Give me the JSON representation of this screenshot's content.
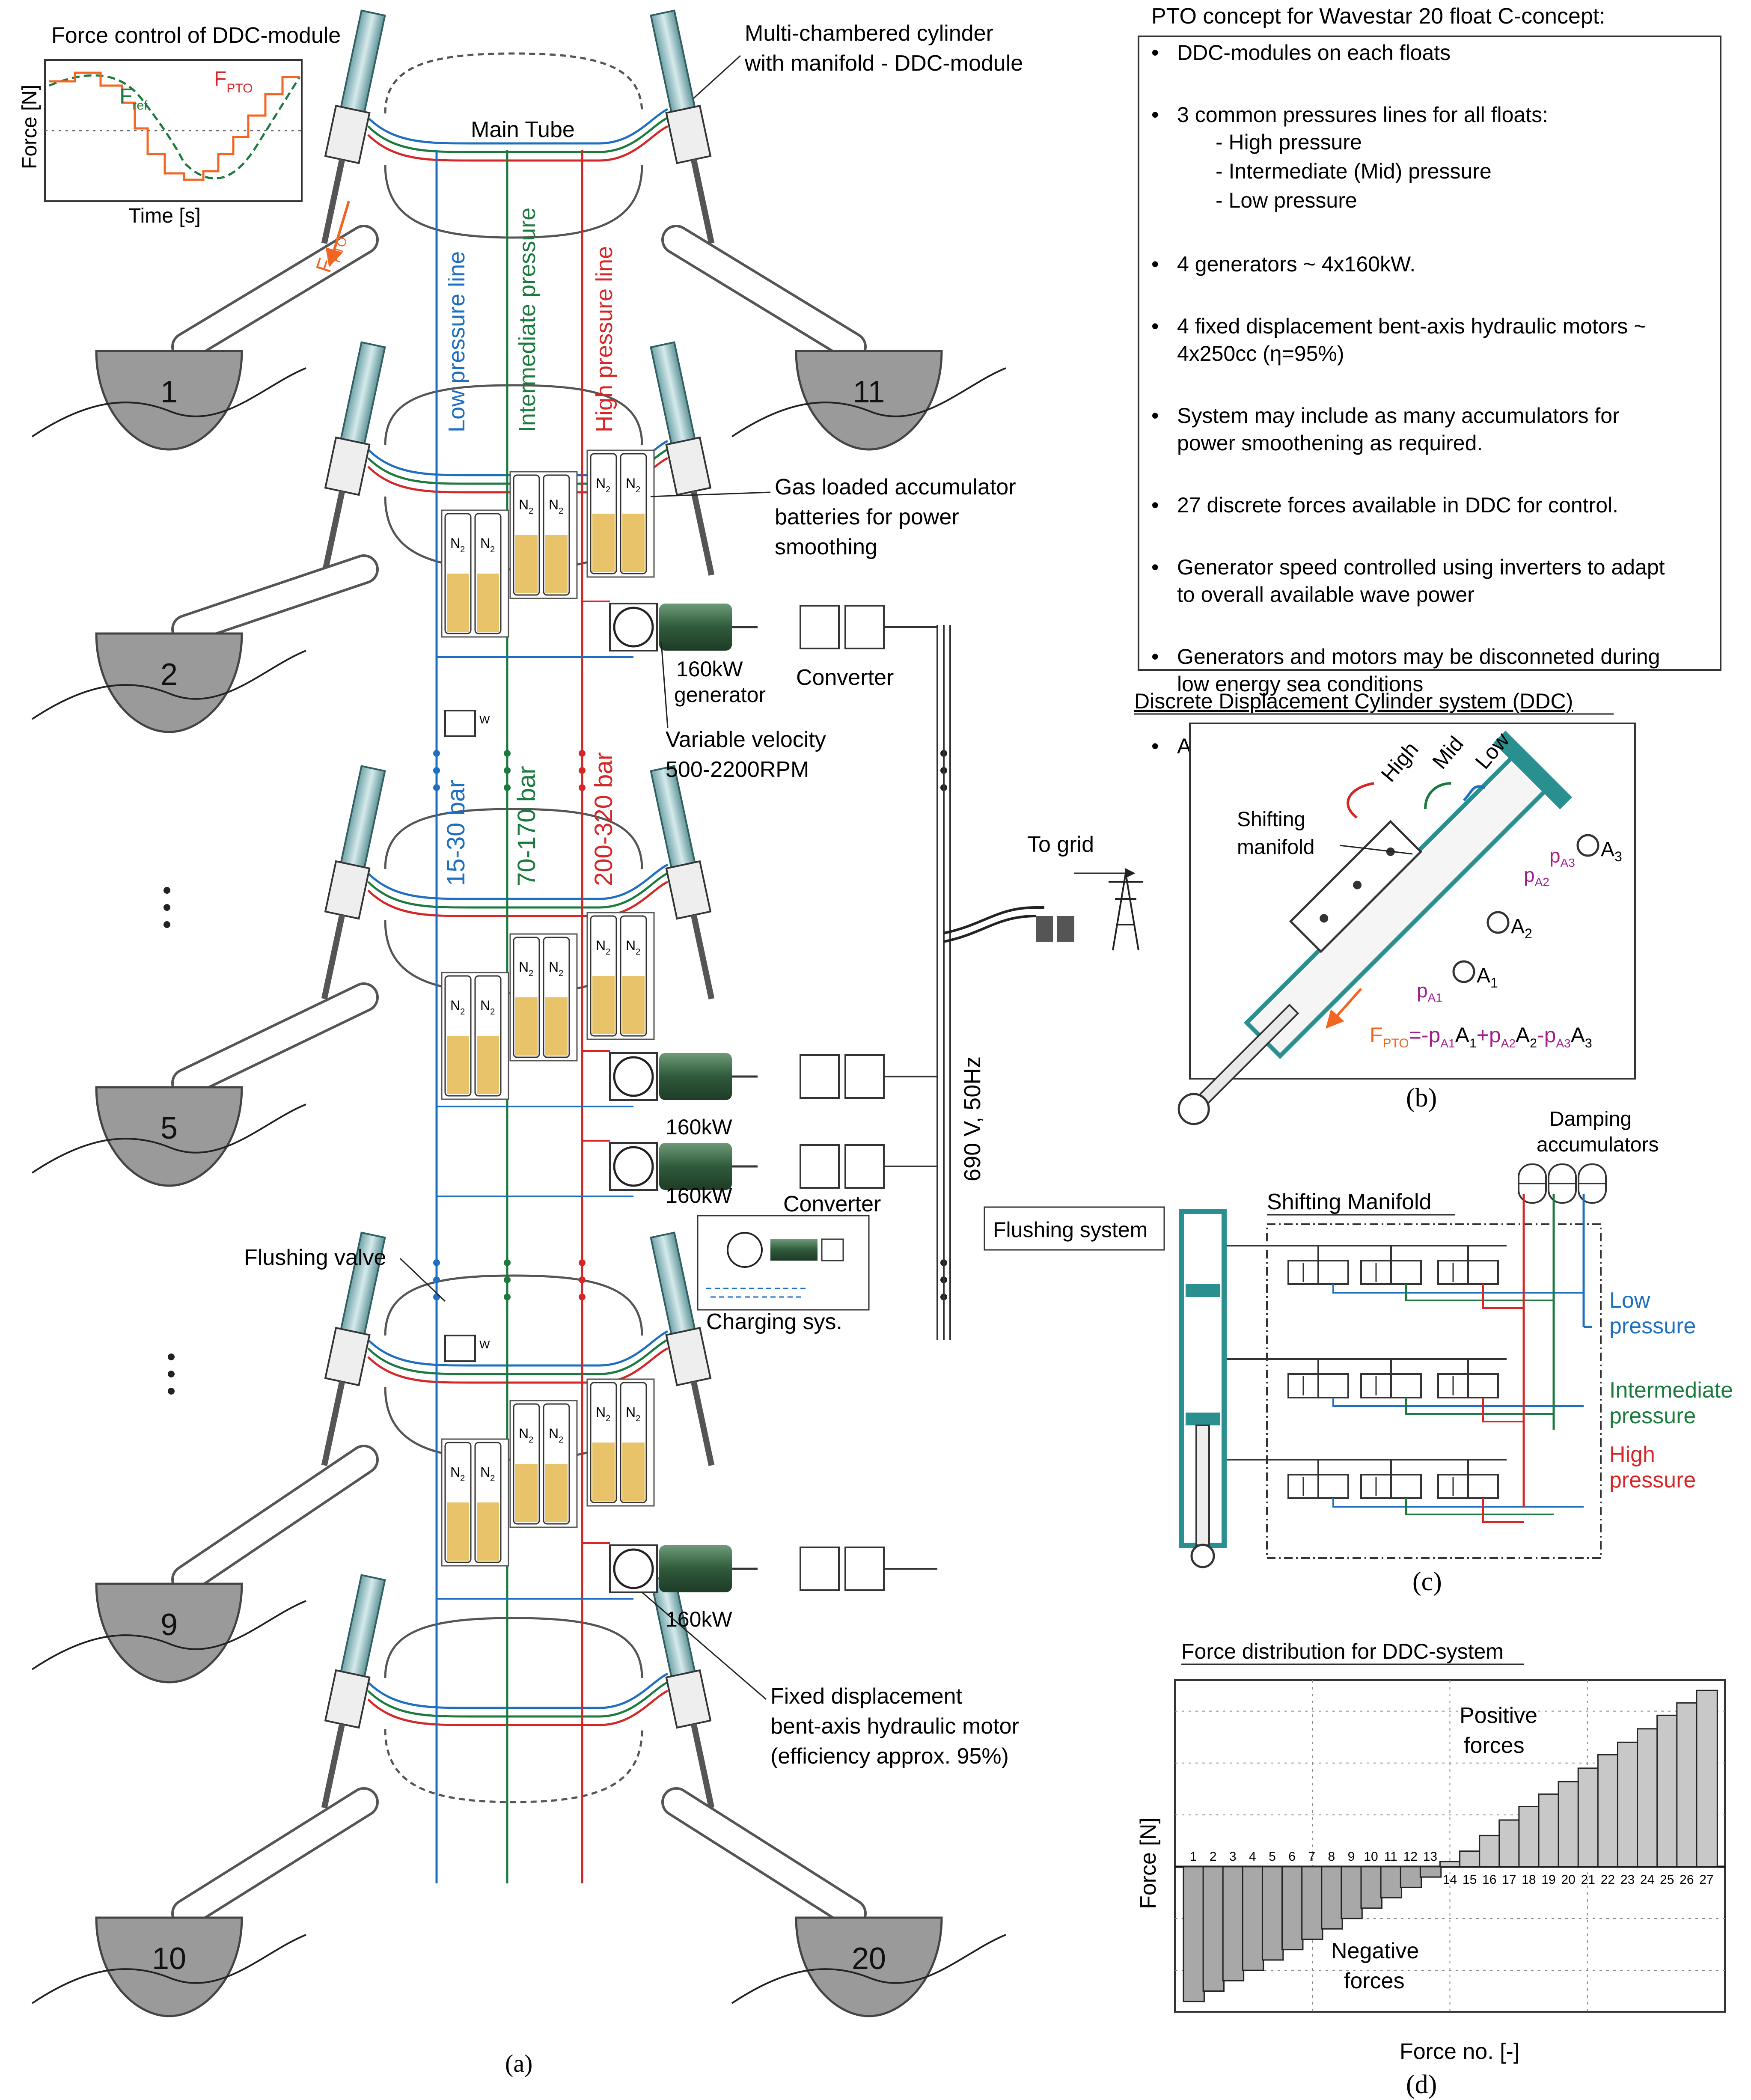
{
  "colors": {
    "low": "#1f6fc1",
    "mid": "#1b7a3e",
    "high": "#d62728",
    "force_arrow": "#f26522",
    "purple": "#a0208e",
    "cylinder": "#2a8f8f",
    "float": "#9a9a9a",
    "oil": "#e8c36a",
    "motor": "#3b6e4a"
  },
  "panel_a": {
    "force_control": {
      "title": "Force control of DDC-module",
      "ylabel": "Force [N]",
      "xlabel": "Time [s]",
      "f_ref_main": "F",
      "f_ref_sub": "ref",
      "f_pto_main": "F",
      "f_pto_sub": "PTO"
    },
    "cylinder_callout": [
      "Multi-chambered cylinder",
      "with manifold - DDC-module"
    ],
    "main_tube": "Main Tube",
    "fpto_main": "F",
    "fpto_sub": "PTO",
    "line_labels": {
      "low": "Low pressure line",
      "mid": "Intermediate pressure",
      "high": "High pressure line"
    },
    "pressure_ranges": {
      "low": "15-30 bar",
      "mid": "70-170 bar",
      "high": "200-320 bar"
    },
    "floats": {
      "f1": "1",
      "f2": "2",
      "f5": "5",
      "f9": "9",
      "f10": "10",
      "f11": "11",
      "f20": "20"
    },
    "accumulator_gas_main": "N",
    "accumulator_gas_sub": "2",
    "accumulator_callout": [
      "Gas loaded accumulator",
      "batteries for power",
      "smoothing"
    ],
    "generator_label": "160kW",
    "generator_label_2": "generator",
    "converter_label": "Converter",
    "velocity_callout": [
      "Variable velocity",
      "500-2200RPM"
    ],
    "to_grid": "To grid",
    "voltage": "690 V, 50Hz",
    "flushing_valve": "Flushing valve",
    "flushing_system": "Flushing system",
    "charging_sys": "Charging sys.",
    "motor_callout": [
      "Fixed displacement",
      "bent-axis hydraulic motor",
      "(efficiency approx. 95%)"
    ],
    "valve_w": "W",
    "ellipsis_dot": "•",
    "caption": "(a)"
  },
  "pto_concept": {
    "title": "PTO concept for Wavestar 20 float C-concept:",
    "bullet": "•",
    "items": [
      {
        "lines": [
          "DDC-modules on each floats"
        ]
      },
      {
        "lines": [
          "3 common pressures lines for all floats:"
        ],
        "sub": [
          "- High pressure",
          "- Intermediate (Mid) pressure",
          "- Low pressure"
        ]
      },
      {
        "lines": [
          "4 generators ~ 4x160kW."
        ]
      },
      {
        "lines": [
          "4 fixed displacement bent-axis hydraulic motors ~",
          "4x250cc (η=95%)"
        ]
      },
      {
        "lines": [
          "System may include as many accumulators for",
          "power smoothening as required."
        ]
      },
      {
        "lines": [
          "27 discrete forces  available in DDC for control."
        ]
      },
      {
        "lines": [
          "Generator speed controlled using inverters to adapt",
          "to overall available wave power"
        ]
      },
      {
        "lines": [
          "Generators and motors may be disconneted during",
          "low energy sea conditions"
        ]
      },
      {
        "lines": [
          "All components are within machine main tube"
        ]
      }
    ]
  },
  "panel_b": {
    "title": "Discrete Displacement Cylinder system (DDC)",
    "high": "High",
    "mid": "Mid",
    "low": "Low",
    "shifting_manifold": [
      "Shifting",
      "manifold"
    ],
    "p": "p",
    "pa1_sub": "A1",
    "pa2_sub": "A2",
    "pa3_sub": "A3",
    "a1_main": "A",
    "a1_sub": "1",
    "a2_main": "A",
    "a2_sub": "2",
    "a3_main": "A",
    "a3_sub": "3",
    "eq_lhs_main": "F",
    "eq_lhs_sub": "PTO",
    "eq_rhs_parts": [
      "=-p",
      "A1",
      "A",
      "1",
      "+p",
      "A2",
      "A",
      "2",
      "-p",
      "A3",
      "A",
      "3"
    ],
    "caption": "(b)"
  },
  "panel_c": {
    "damping": [
      "Damping",
      "accumulators"
    ],
    "manifold_title": "Shifting Manifold",
    "low": [
      "Low",
      "pressure"
    ],
    "mid": [
      "Intermediate",
      "pressure"
    ],
    "high": [
      "High",
      "pressure"
    ],
    "caption": "(c)"
  },
  "chart_data": {
    "type": "bar",
    "title": "Force distribution for DDC-system",
    "xlabel": "Force no. [-]",
    "ylabel": "Force [N]",
    "categories": [
      "1",
      "2",
      "3",
      "4",
      "5",
      "6",
      "7",
      "8",
      "9",
      "10",
      "11",
      "12",
      "13",
      "14",
      "15",
      "16",
      "17",
      "18",
      "19",
      "20",
      "21",
      "22",
      "23",
      "24",
      "25",
      "26",
      "27"
    ],
    "values": [
      -13,
      -12,
      -11,
      -10,
      -9,
      -8,
      -7,
      -6,
      -5,
      -4,
      -3,
      -2,
      -1,
      0.5,
      1.5,
      3,
      4.5,
      5.8,
      7,
      8.2,
      9.5,
      10.8,
      12,
      13.3,
      14.6,
      15.8,
      17
    ],
    "ylim": [
      -14,
      18
    ],
    "grid": true,
    "annotations": {
      "positive": [
        "Positive",
        "forces"
      ],
      "negative": [
        "Negative",
        "forces"
      ]
    }
  },
  "panel_d_caption": "(d)"
}
